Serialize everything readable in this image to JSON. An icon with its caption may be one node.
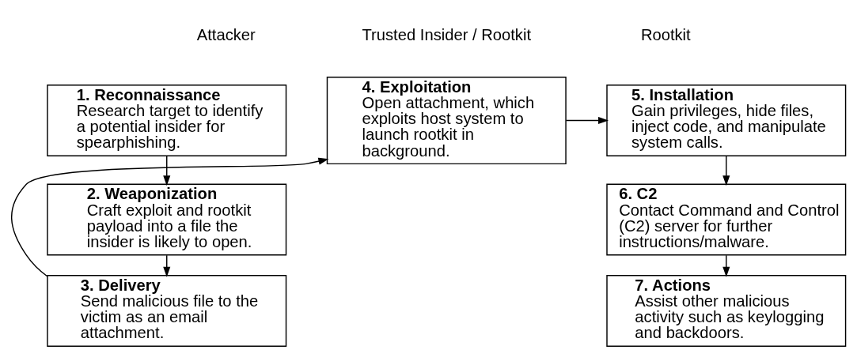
{
  "diagram": {
    "nodes": [
      {
        "text": [
          "1. Reconnaissance",
          "Research target to identify a potential insider for spearphishing."
        ]
      },
      {
        "text": [
          "2. Weaponization",
          "Craft exploit and rootkit payload into a file the insider is likely to open."
        ]
      },
      {
        "text": [
          "3. Delivery",
          "Send malicious file to the victim as an email attachment."
        ]
      },
      {
        "text": [
          "4. Exploitation",
          "Open attachment, which exploits host system to launch rootkit in background."
        ]
      },
      {
        "text": [
          "5. Installation",
          "Gain privileges, hide files, inject code, and manipulate system calls."
        ]
      },
      {
        "text": [
          "6. C2",
          "Contact Command and Control (C2) server for further instructions/malware."
        ]
      },
      {
        "text": [
          "7. Actions",
          "Assist other malicious activity such as keylogging and backdoors."
        ]
      }
    ],
    "edges": [
      {
        "from": 0,
        "to": 1,
        "arrow": "to"
      },
      {
        "from": 1,
        "to": 2,
        "arrow": "to"
      },
      {
        "from": 2,
        "to": 3,
        "arrow": "to"
      },
      {
        "from": 3,
        "to": 4,
        "arrow": "to"
      },
      {
        "from": 4,
        "to": 5,
        "arrow": "to"
      },
      {
        "from": 5,
        "to": 6,
        "arrow": "to"
      }
    ],
    "labels": [
      "Attacker",
      "Trusted Insider / Rootkit",
      "Rootkit"
    ]
  }
}
